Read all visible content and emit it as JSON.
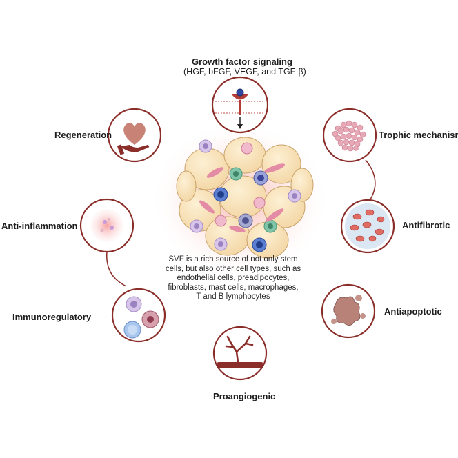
{
  "labels": {
    "growth_title": "Growth factor signaling",
    "growth_sub": "(HGF, bFGF, VEGF, and TGF-β)",
    "regeneration": "Regeneration",
    "trophic": "Trophic mechanism",
    "anti_inflammation": "Anti-inflammation",
    "antifibrotic": "Antifibrotic",
    "immunoregulatory": "Immunoregulatory",
    "antiapoptotic": "Antiapoptotic",
    "proangiogenic": "Proangiogenic"
  },
  "center_text": {
    "lines": [
      "SVF is a rich source of not only stem",
      "cells, but also other cell types, such as",
      "endothelial cells, preadipocytes,",
      "fibroblasts, mast cells, macrophages,",
      "T and B lymphocytes"
    ]
  },
  "colors": {
    "circle_stroke": "#8b2e2a",
    "connector": "#8b2e2a",
    "heart": "#c98376",
    "hand": "#8b2e2a",
    "adipocyte": "#f6ddb0",
    "glow": "#f6b4aa"
  },
  "icons": [
    "heart-in-hand-icon",
    "receptor-signaling-icon",
    "trophic-cells-icon",
    "inflammation-icon",
    "fibrotic-tissue-icon",
    "immune-cells-icon",
    "apoptotic-cells-icon",
    "blood-vessel-icon",
    "svf-cell-cluster"
  ]
}
